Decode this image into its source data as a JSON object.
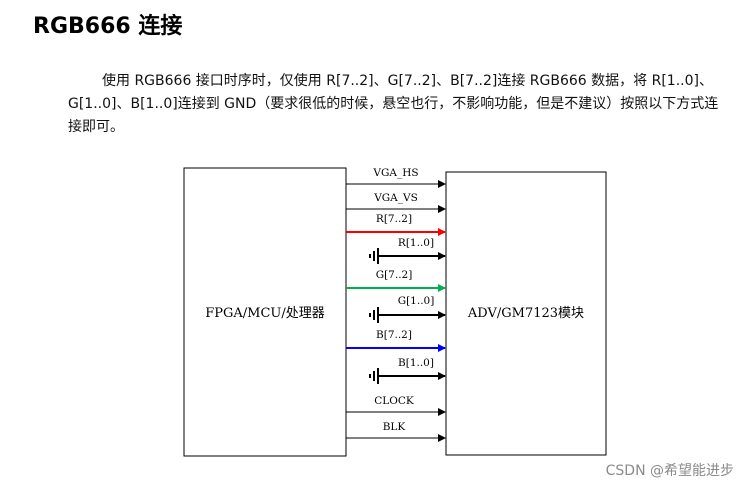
{
  "heading": "RGB666 连接",
  "paragraph": "使用 RGB666 接口时序时，仅使用 R[7..2]、G[7..2]、B[7..2]连接 RGB666 数据，将 R[1..0]、G[1..0]、B[1..0]连接到 GND（要求很低的时候，悬空也行，不影响功能，但是不建议）按照以下方式连接即可。",
  "diagram": {
    "left_block": "FPGA/MCU/处理器",
    "right_block": "ADV/GM7123模块",
    "signals": {
      "vga_hs": "VGA_HS",
      "vga_vs": "VGA_VS",
      "r_hi": "R[7..2]",
      "r_lo": "R[1..0]",
      "g_hi": "G[7..2]",
      "g_lo": "G[1..0]",
      "b_hi": "B[7..2]",
      "b_lo": "B[1..0]",
      "clock": "CLOCK",
      "blk": "BLK"
    },
    "colors": {
      "red": "#ff0000",
      "green": "#00b050",
      "blue": "#0000ff",
      "black": "#000000"
    }
  },
  "watermark": "CSDN @希望能进步"
}
